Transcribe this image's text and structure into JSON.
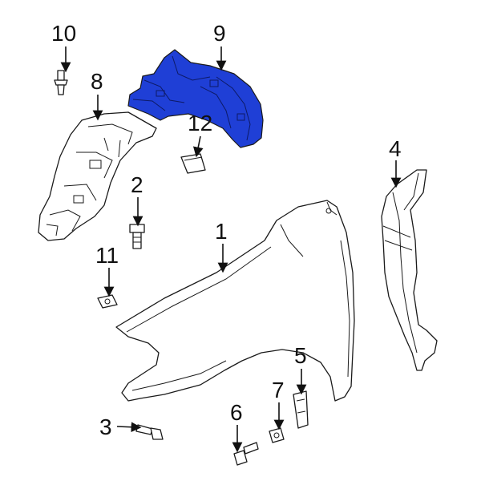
{
  "callouts": {
    "c1": "1",
    "c2": "2",
    "c3": "3",
    "c4": "4",
    "c5": "5",
    "c6": "6",
    "c7": "7",
    "c8": "8",
    "c9": "9",
    "c10": "10",
    "c11": "11",
    "c12": "12"
  },
  "colors": {
    "highlight": "#1f3fd6",
    "line": "#1a1a1a",
    "background": "#ffffff"
  },
  "highlighted_part": "9"
}
